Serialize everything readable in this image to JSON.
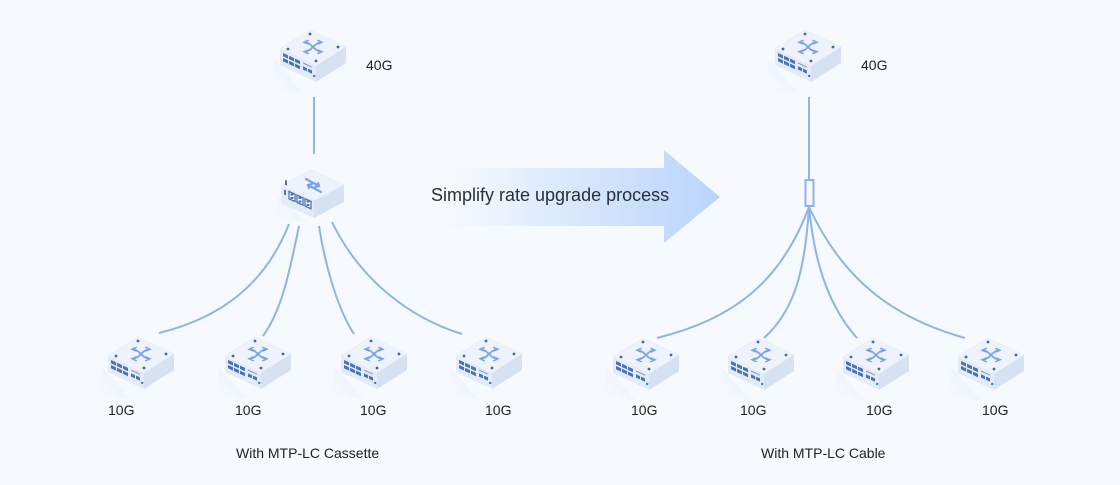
{
  "diagram": {
    "colors": {
      "background": "#f6f9fd",
      "line": "#8fb3e8",
      "device_top": "#eef3fb",
      "device_side": "#dfe8f5",
      "device_front": "#e6edf8",
      "port": "#4d74b8",
      "icon": "#7aa3e6",
      "arrow_end": "#bcd6fb",
      "arrow_start": "#f6f9fd"
    },
    "center_arrow": {
      "label": "Simplify rate upgrade process",
      "icon": "right-arrow-icon"
    },
    "left": {
      "caption": "With MTP-LC Cassette",
      "top_switch": {
        "label": "40G",
        "icon": "switch-icon"
      },
      "connector": {
        "type": "cassette",
        "icon": "cassette-icon"
      },
      "bottom_switches": [
        {
          "label": "10G",
          "icon": "switch-icon"
        },
        {
          "label": "10G",
          "icon": "switch-icon"
        },
        {
          "label": "10G",
          "icon": "switch-icon"
        },
        {
          "label": "10G",
          "icon": "switch-icon"
        }
      ]
    },
    "right": {
      "caption": "With MTP-LC Cable",
      "top_switch": {
        "label": "40G",
        "icon": "switch-icon"
      },
      "connector": {
        "type": "breakout-cable",
        "icon": "breakout-connector-icon"
      },
      "bottom_switches": [
        {
          "label": "10G",
          "icon": "switch-icon"
        },
        {
          "label": "10G",
          "icon": "switch-icon"
        },
        {
          "label": "10G",
          "icon": "switch-icon"
        },
        {
          "label": "10G",
          "icon": "switch-icon"
        }
      ]
    }
  }
}
